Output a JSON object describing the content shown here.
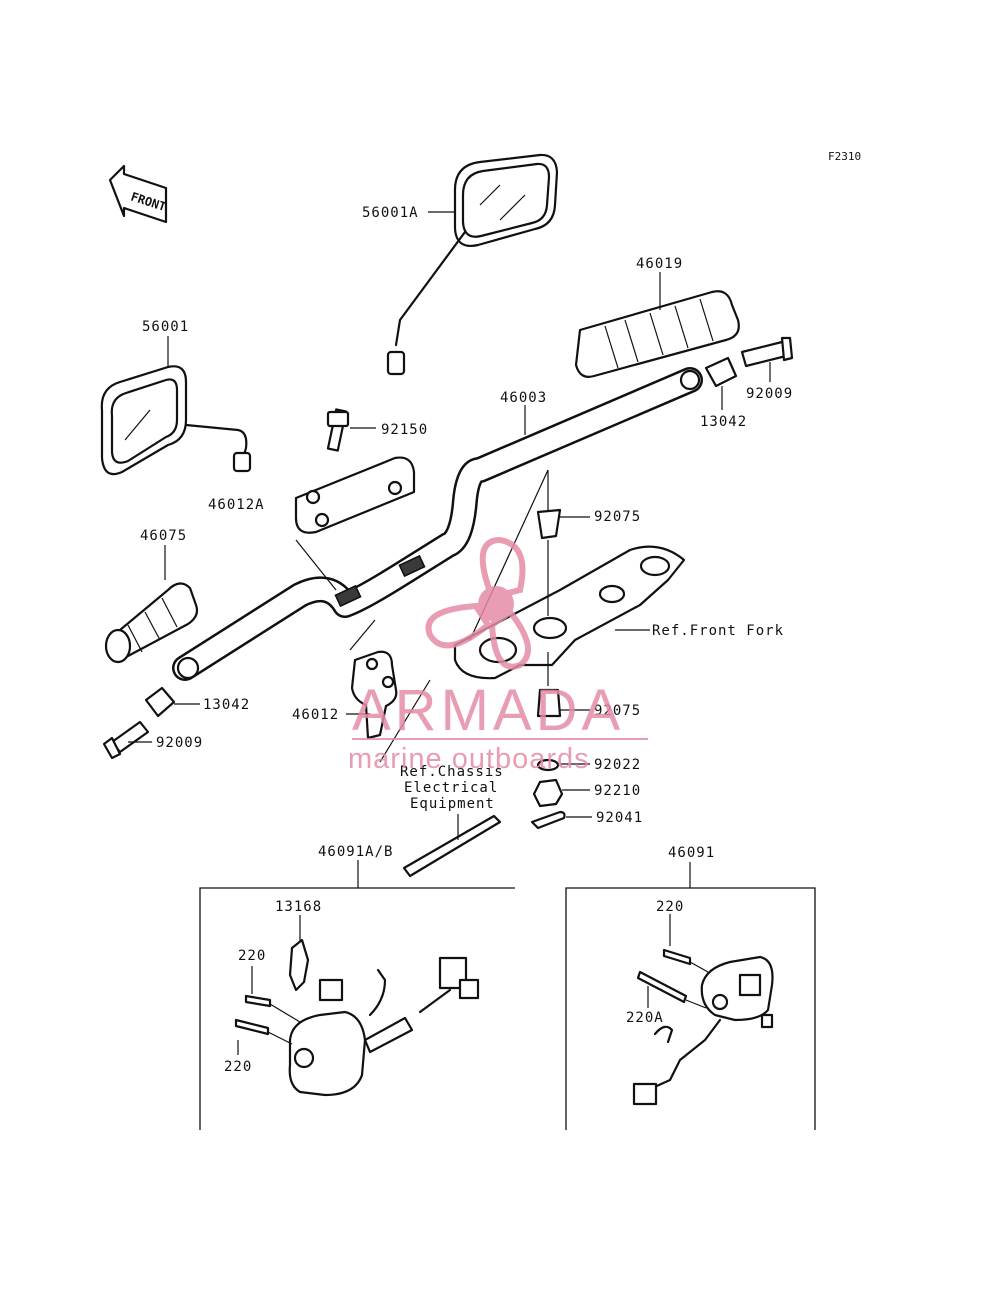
{
  "figure_code": "F2310",
  "front_arrow_label": "FRONT",
  "parts": {
    "mirror_right": "56001A",
    "mirror_left": "56001",
    "grip_right": "46019",
    "screw_right": "92009",
    "weight_right": "13042",
    "handlebar": "46003",
    "bolt_holder": "92150",
    "holder_upper": "46012A",
    "grommet_upper": "92075",
    "grip_left": "46075",
    "weight_left": "13042",
    "holder_lower": "46012",
    "screw_left": "92009",
    "grommet_lower": "92075",
    "washer": "92022",
    "nut": "92210",
    "cotter_pin": "92041",
    "switch_left": "46091A/B",
    "switch_right": "46091",
    "clutch_switch": "13168",
    "screw_a": "220",
    "screw_b": "220",
    "screw_c": "220",
    "screw_d": "220A"
  },
  "references": {
    "front_fork": "Ref.Front Fork",
    "chassis_line1": "Ref.Chassis",
    "chassis_line2": "Electrical",
    "chassis_line3": "Equipment"
  },
  "watermark": {
    "brand": "ARMADA",
    "tagline": "marine outboards",
    "color": "#e58ca6"
  }
}
